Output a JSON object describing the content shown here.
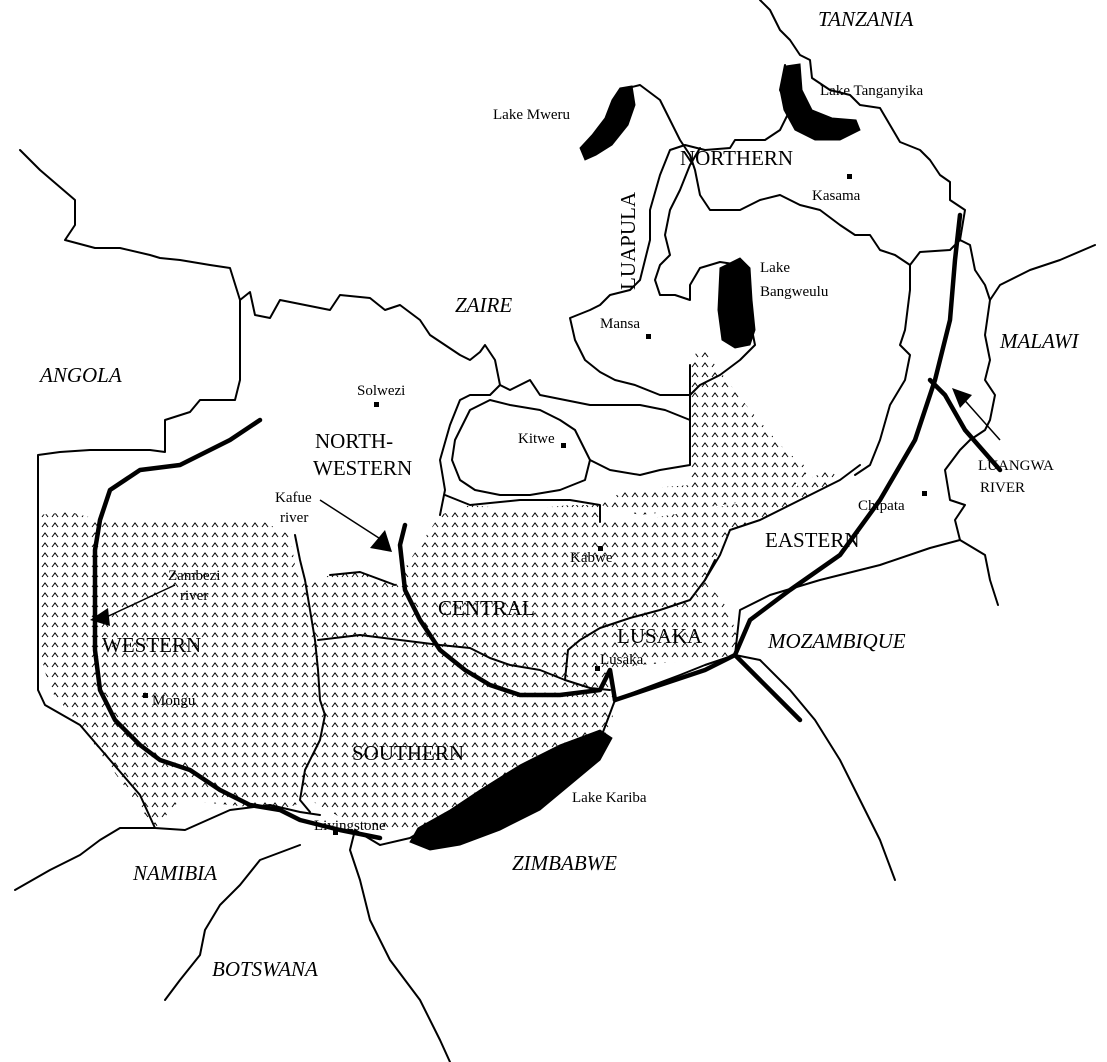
{
  "map": {
    "countries": {
      "tanzania": "TANZANIA",
      "zaire": "ZAIRE",
      "angola": "ANGOLA",
      "malawi": "MALAWI",
      "mozambique": "MOZAMBIQUE",
      "namibia": "NAMIBIA",
      "zimbabwe": "ZIMBABWE",
      "botswana": "BOTSWANA"
    },
    "provinces": {
      "northern": "NORTHERN",
      "luapula": "LUAPULA",
      "north_western_1": "NORTH-",
      "north_western_2": "WESTERN",
      "western": "WESTERN",
      "central": "CENTRAL",
      "lusaka": "LUSAKA",
      "southern": "SOUTHERN",
      "eastern": "EASTERN"
    },
    "towns": {
      "kasama": "Kasama",
      "mansa": "Mansa",
      "solwezi": "Solwezi",
      "kitwe": "Kitwe",
      "kabwe": "Kabwe",
      "lusaka": "Lusaka",
      "mongu": "Mongu",
      "livingstone": "Livingstone",
      "chipata": "Chipata"
    },
    "lakes": {
      "mweru": "Lake Mweru",
      "tanganyika": "Lake Tanganyika",
      "bangweulu_1": "Lake",
      "bangweulu_2": "Bangweulu",
      "kariba": "Lake Kariba"
    },
    "rivers": {
      "kafue_1": "Kafue",
      "kafue_2": "river",
      "zambezi_1": "Zambezi",
      "zambezi_2": "river",
      "luangwa_1": "LUANGWA",
      "luangwa_2": "RIVER"
    },
    "shading_pattern": "caret-stipple",
    "colors": {
      "ink": "#000000",
      "paper": "#ffffff"
    }
  }
}
